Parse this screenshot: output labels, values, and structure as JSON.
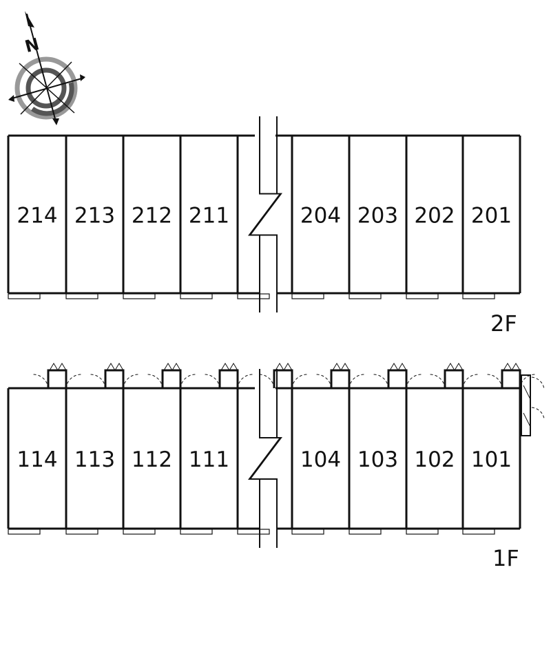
{
  "compass": {
    "north_label": "N"
  },
  "floors": [
    {
      "id": "2F",
      "label": "2F",
      "rooms_left": [
        "214",
        "213",
        "212",
        "211"
      ],
      "rooms_right": [
        "204",
        "203",
        "202",
        "201"
      ]
    },
    {
      "id": "1F",
      "label": "1F",
      "rooms_left": [
        "114",
        "113",
        "112",
        "111"
      ],
      "rooms_right": [
        "104",
        "103",
        "102",
        "101"
      ]
    }
  ],
  "colors": {
    "line": "#111111",
    "compass_ring": "#999999",
    "compass_ring_dark": "#555555"
  }
}
